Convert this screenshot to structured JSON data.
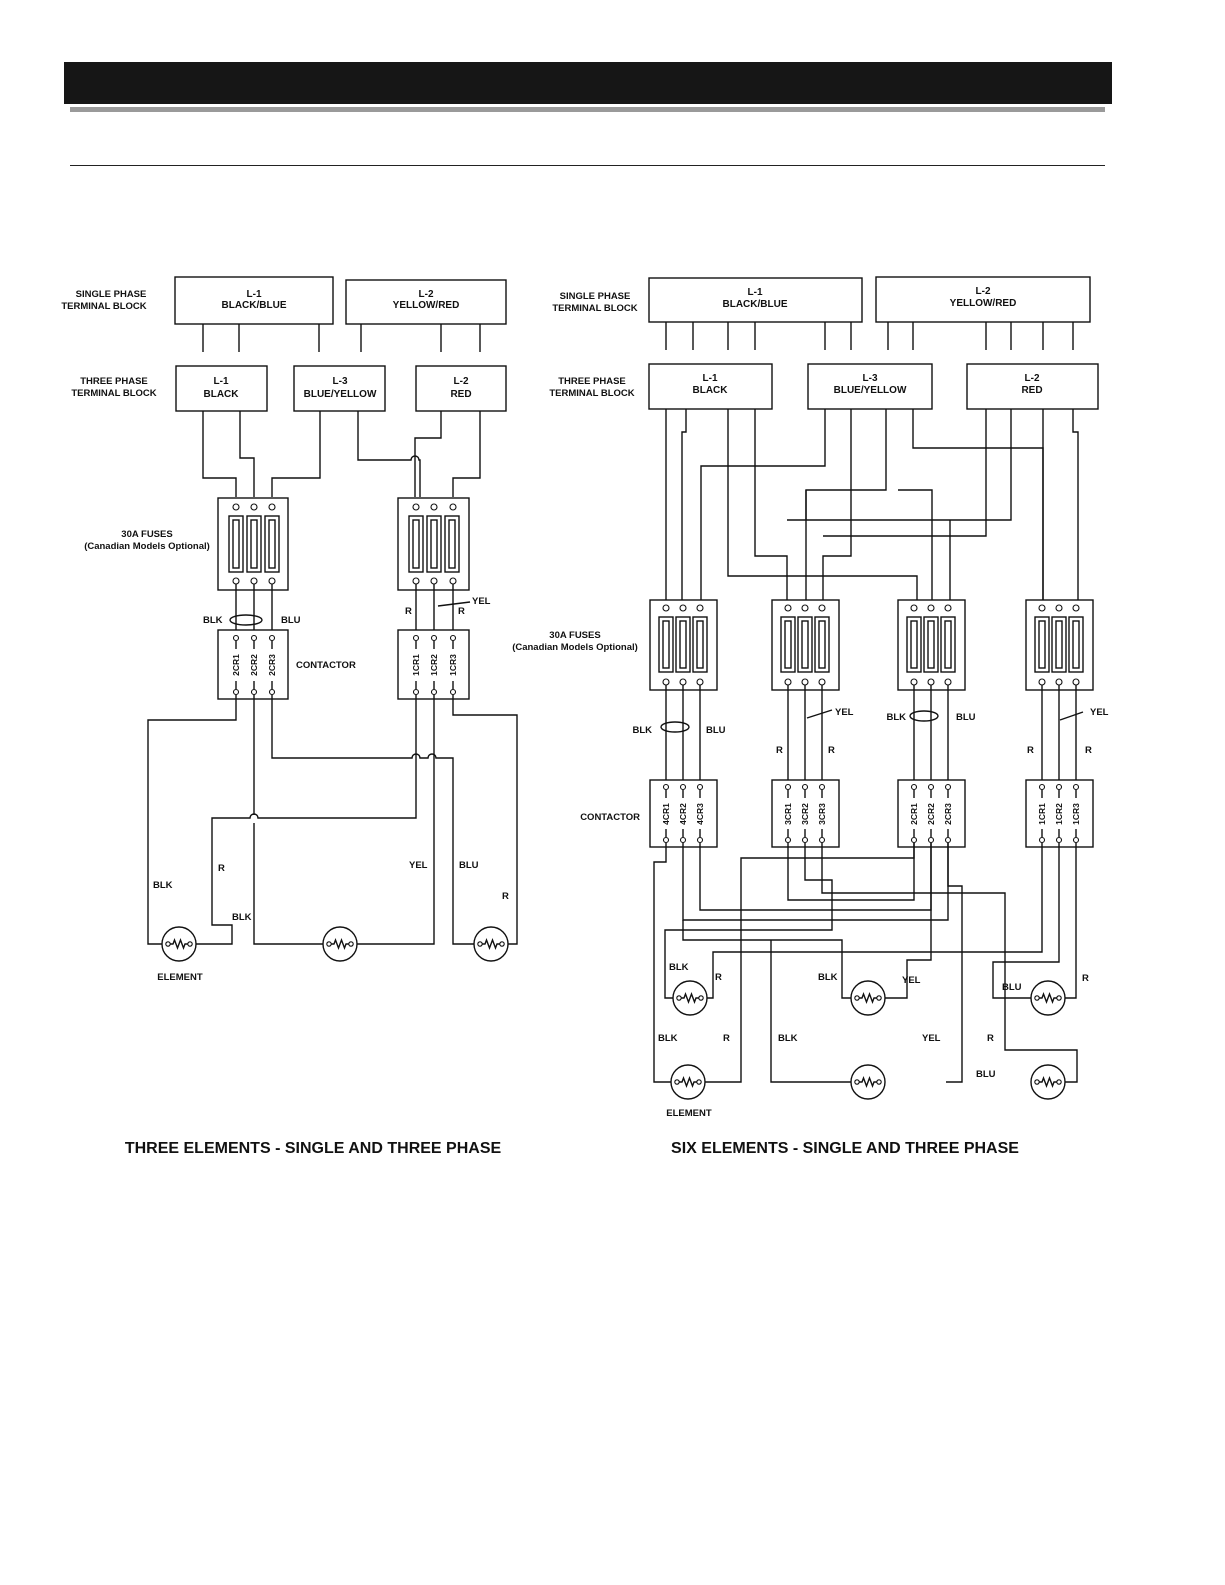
{
  "header": {
    "title": ""
  },
  "left_diagram": {
    "single_phase_label": [
      "SINGLE PHASE",
      "TERMINAL BLOCK"
    ],
    "three_phase_label": [
      "THREE PHASE",
      "TERMINAL BLOCK"
    ],
    "sp_l1": [
      "L-1",
      "BLACK/BLUE"
    ],
    "sp_l2": [
      "L-2",
      "YELLOW/RED"
    ],
    "tp_l1": [
      "L-1",
      "BLACK"
    ],
    "tp_l3": [
      "L-3",
      "BLUE/YELLOW"
    ],
    "tp_l2": [
      "L-2",
      "RED"
    ],
    "fuses_label": [
      "30A FUSES",
      "(Canadian Models Optional)"
    ],
    "contactor_label": "CONTACTOR",
    "contactor_a": [
      "2CR1",
      "2CR2",
      "2CR3"
    ],
    "contactor_b": [
      "1CR1",
      "1CR2",
      "1CR3"
    ],
    "wires": {
      "blk": "BLK",
      "blu": "BLU",
      "r": "R",
      "yel": "YEL"
    },
    "element_label": "ELEMENT",
    "caption": "THREE ELEMENTS - SINGLE AND THREE PHASE"
  },
  "right_diagram": {
    "single_phase_label": [
      "SINGLE PHASE",
      "TERMINAL BLOCK"
    ],
    "three_phase_label": [
      "THREE PHASE",
      "TERMINAL BLOCK"
    ],
    "sp_l1": [
      "L-1",
      "BLACK/BLUE"
    ],
    "sp_l2": [
      "L-2",
      "YELLOW/RED"
    ],
    "tp_l1": [
      "L-1",
      "BLACK"
    ],
    "tp_l3": [
      "L-3",
      "BLUE/YELLOW"
    ],
    "tp_l2": [
      "L-2",
      "RED"
    ],
    "fuses_label": [
      "30A FUSES",
      "(Canadian Models Optional)"
    ],
    "contactor_label": "CONTACTOR",
    "contactor_4": [
      "4CR1",
      "4CR2",
      "4CR3"
    ],
    "contactor_3": [
      "3CR1",
      "3CR2",
      "3CR3"
    ],
    "contactor_2": [
      "2CR1",
      "2CR2",
      "2CR3"
    ],
    "contactor_1": [
      "1CR1",
      "1CR2",
      "1CR3"
    ],
    "wires": {
      "blk": "BLK",
      "blu": "BLU",
      "r": "R",
      "yel": "YEL"
    },
    "element_label": "ELEMENT",
    "caption": "SIX ELEMENTS - SINGLE AND THREE PHASE"
  }
}
